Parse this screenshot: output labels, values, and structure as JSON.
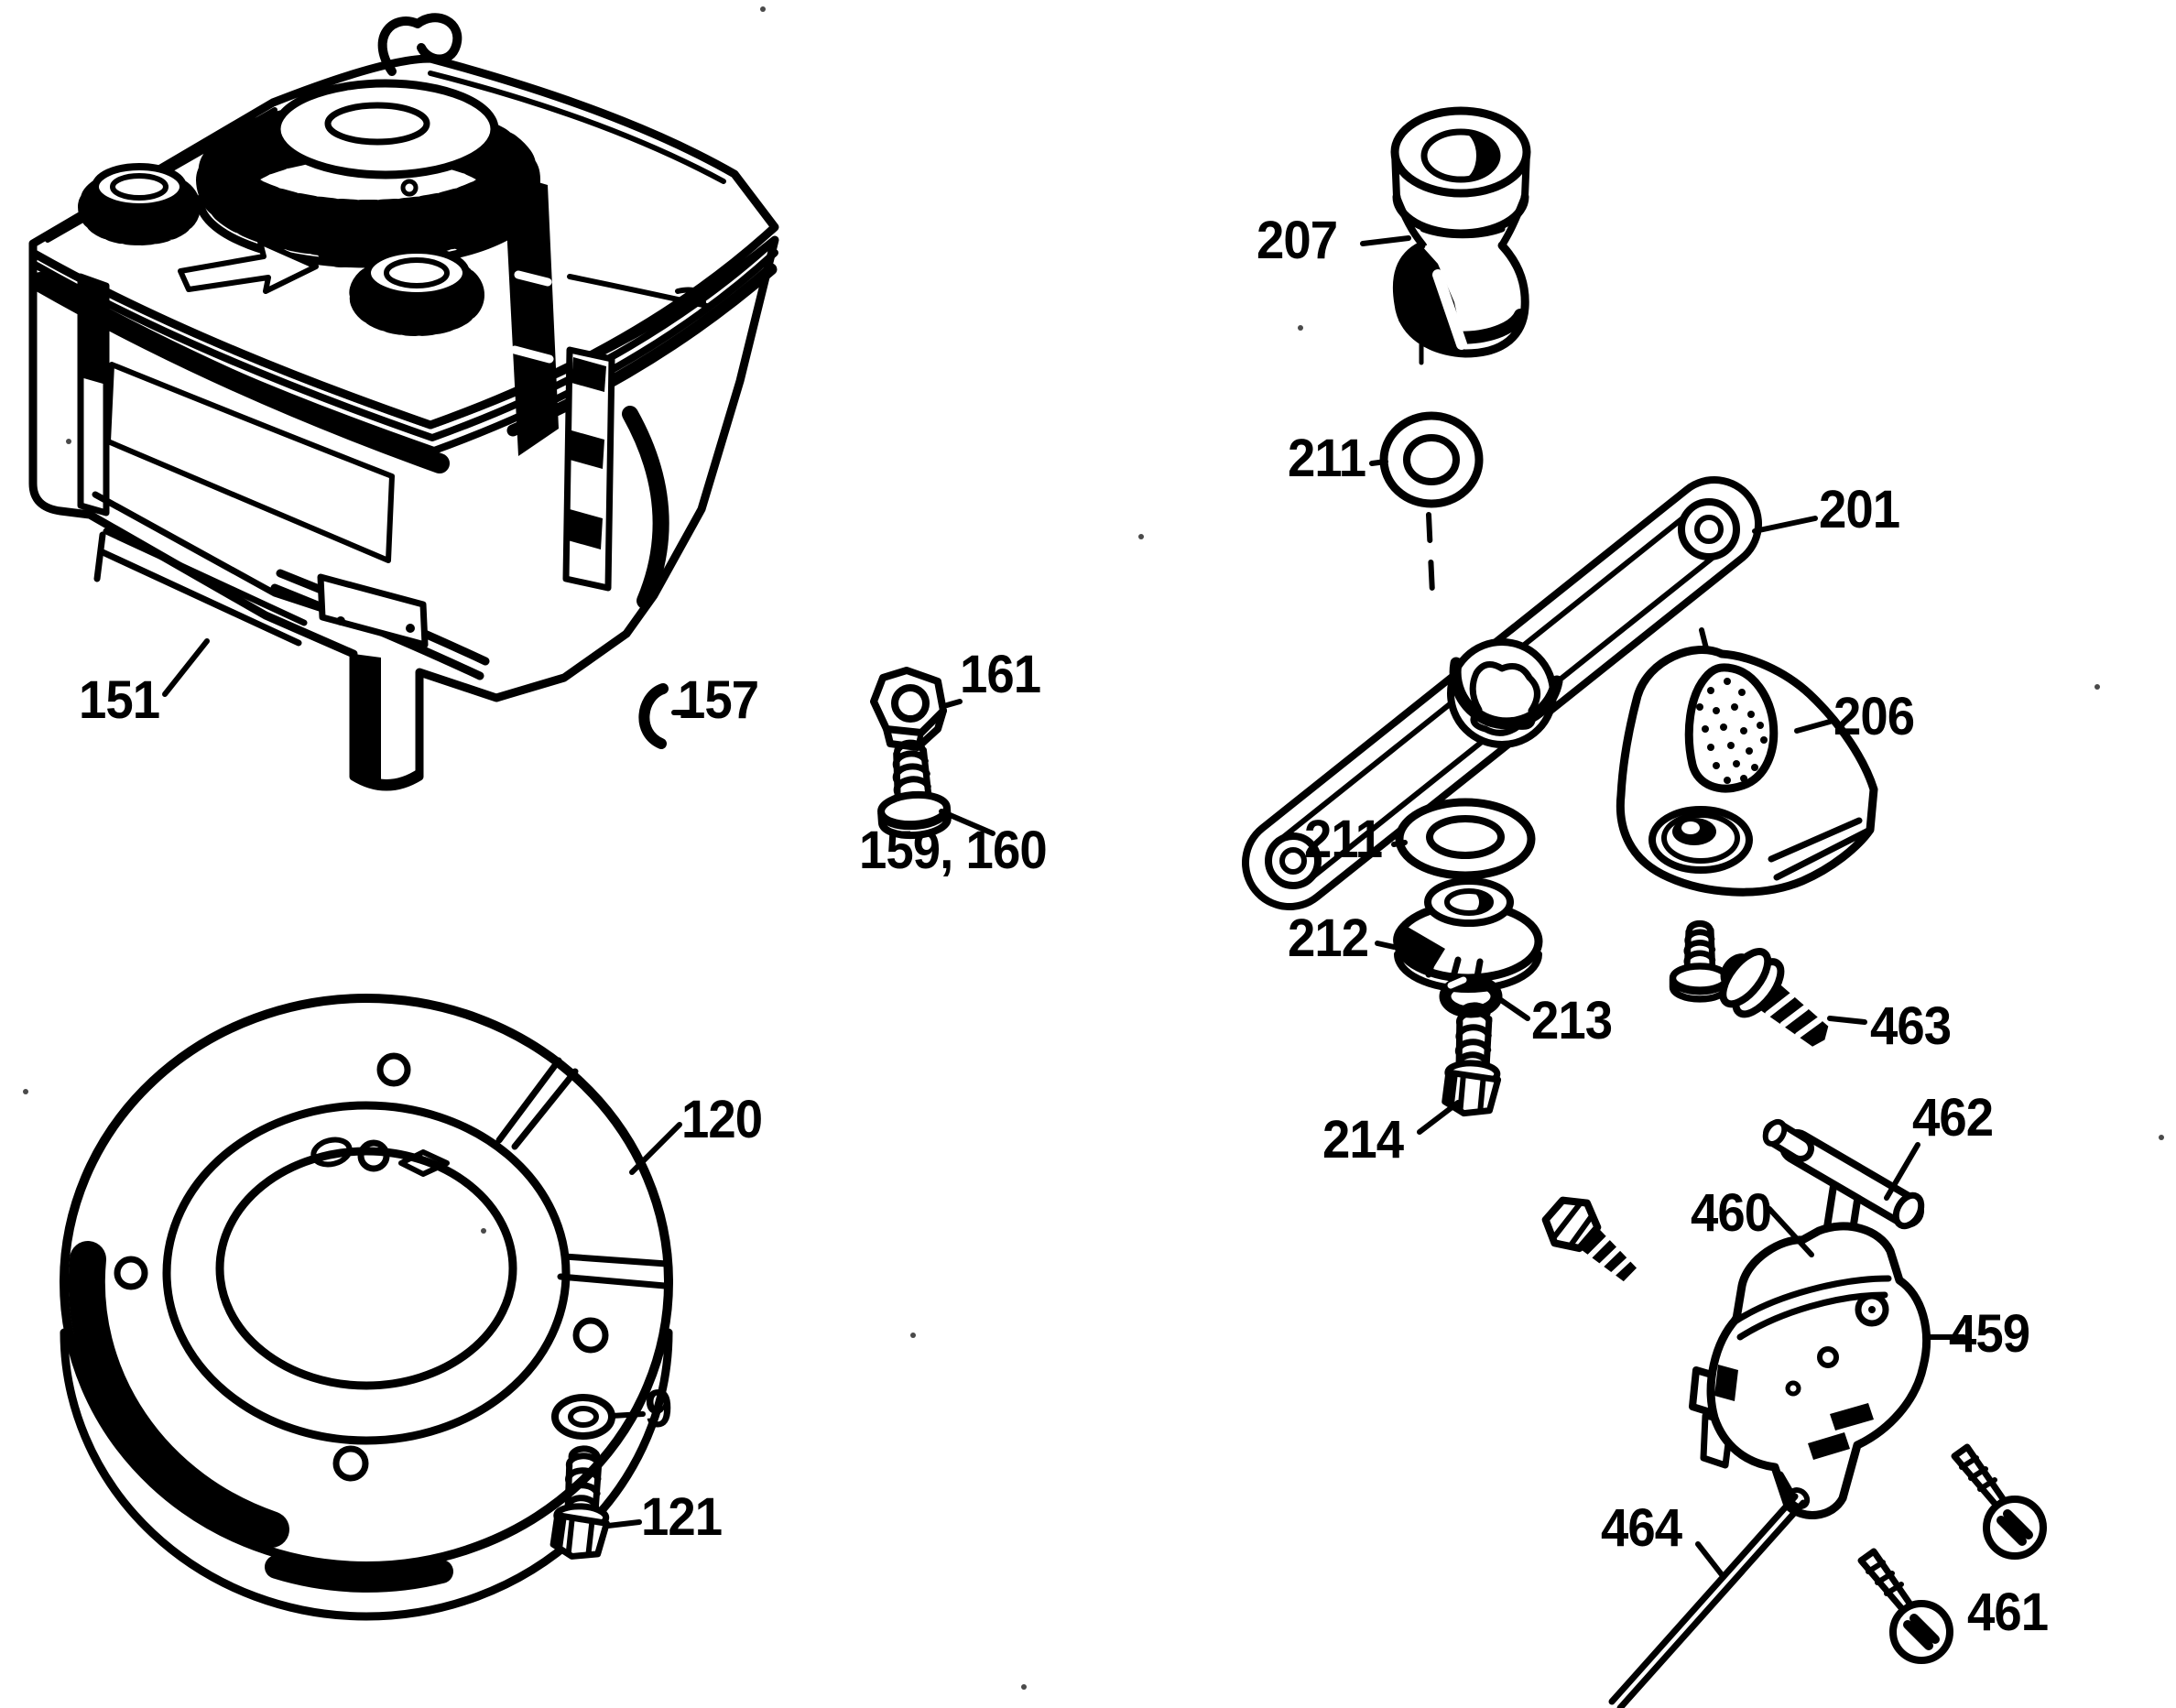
{
  "figure": {
    "kind": "exploded-parts-diagram",
    "ink_color": "#000000",
    "background_color": "#ffffff"
  },
  "callouts": [
    {
      "label": "151",
      "part": "engine-assembly"
    },
    {
      "label": "157",
      "part": "woodruff-key"
    },
    {
      "label": "161",
      "part": "hex-nut"
    },
    {
      "label": "159, 160",
      "part": "pan-head-screw"
    },
    {
      "label": "120",
      "part": "flywheel-ring"
    },
    {
      "label": "9",
      "part": "flat-washer"
    },
    {
      "label": "121",
      "part": "hex-bolt"
    },
    {
      "label": "207",
      "part": "spool-coupler"
    },
    {
      "label": "211",
      "part": "washer-upper"
    },
    {
      "label": "201",
      "part": "blade"
    },
    {
      "label": "206",
      "part": "mulch-deflector"
    },
    {
      "label": "211",
      "part": "washer-lower"
    },
    {
      "label": "212",
      "part": "blade-adapter-hub"
    },
    {
      "label": "213",
      "part": "lock-washer"
    },
    {
      "label": "214",
      "part": "blade-bolt"
    },
    {
      "label": "463",
      "part": "shoulder-screw"
    },
    {
      "label": "462",
      "part": "handle-pin"
    },
    {
      "label": "460",
      "part": "control-lever"
    },
    {
      "label": "459",
      "part": "control-housing"
    },
    {
      "label": "464",
      "part": "control-rod"
    },
    {
      "label": "461",
      "part": "phillips-screws"
    }
  ]
}
